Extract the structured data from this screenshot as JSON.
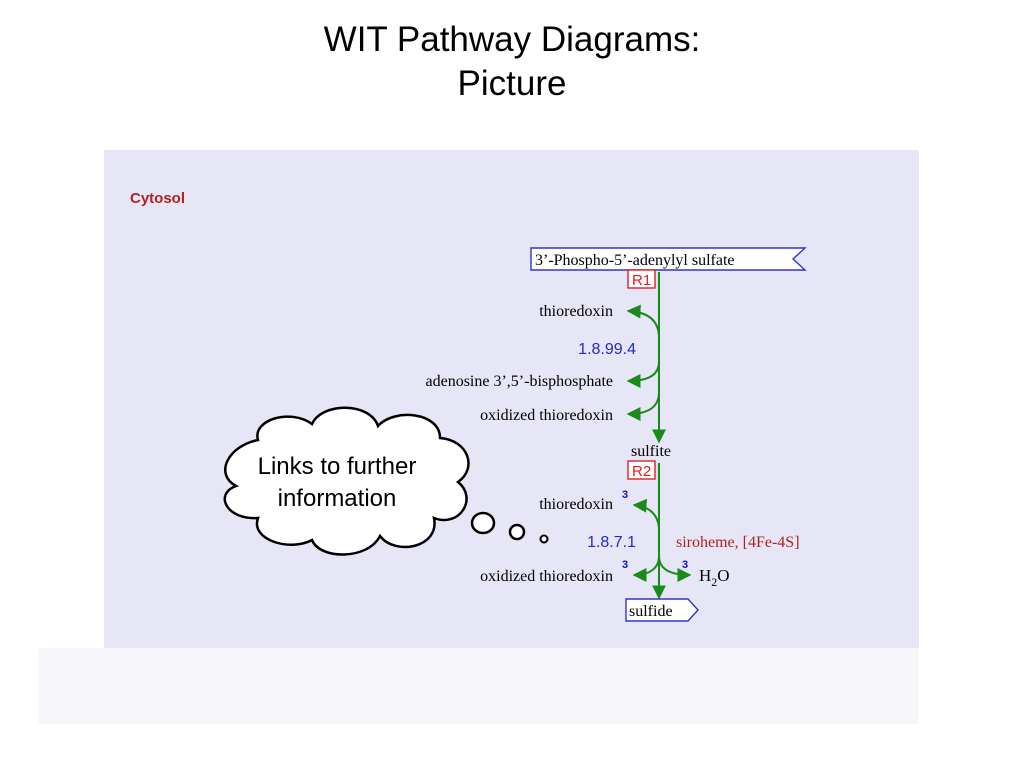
{
  "slide": {
    "title_line1": "WIT Pathway Diagrams:",
    "title_line2": "Picture"
  },
  "compartment": {
    "label": "Cytosol"
  },
  "compounds": {
    "start": "3’-Phospho-5’-adenylyl sulfate",
    "middle": "sulfite",
    "end": "sulfide"
  },
  "reactions": [
    {
      "badge": "R1",
      "ec": "1.8.99.4",
      "substrates": [
        "thioredoxin"
      ],
      "products": [
        "adenosine 3’,5’-bisphosphate",
        "oxidized thioredoxin"
      ]
    },
    {
      "badge": "R2",
      "ec": "1.8.7.1",
      "cofactor": "siroheme, [4Fe-4S]",
      "substrates": [
        "thioredoxin"
      ],
      "products": [
        "oxidized thioredoxin"
      ],
      "side_product_formula": "H",
      "side_product_sub": "2",
      "side_product_tail": "O",
      "stoich": "3"
    }
  ],
  "callout": {
    "line1": "Links to further",
    "line2": "information"
  },
  "colors": {
    "panel_bg": "#e6e6f6",
    "compartment": "#b22222",
    "compound_box": "#3333cc",
    "badge": "#e02020",
    "arrow": "#1a8a1a",
    "ec_number": "#2626d0",
    "cofactor": "#b22222",
    "stoich": "#1010c0"
  }
}
